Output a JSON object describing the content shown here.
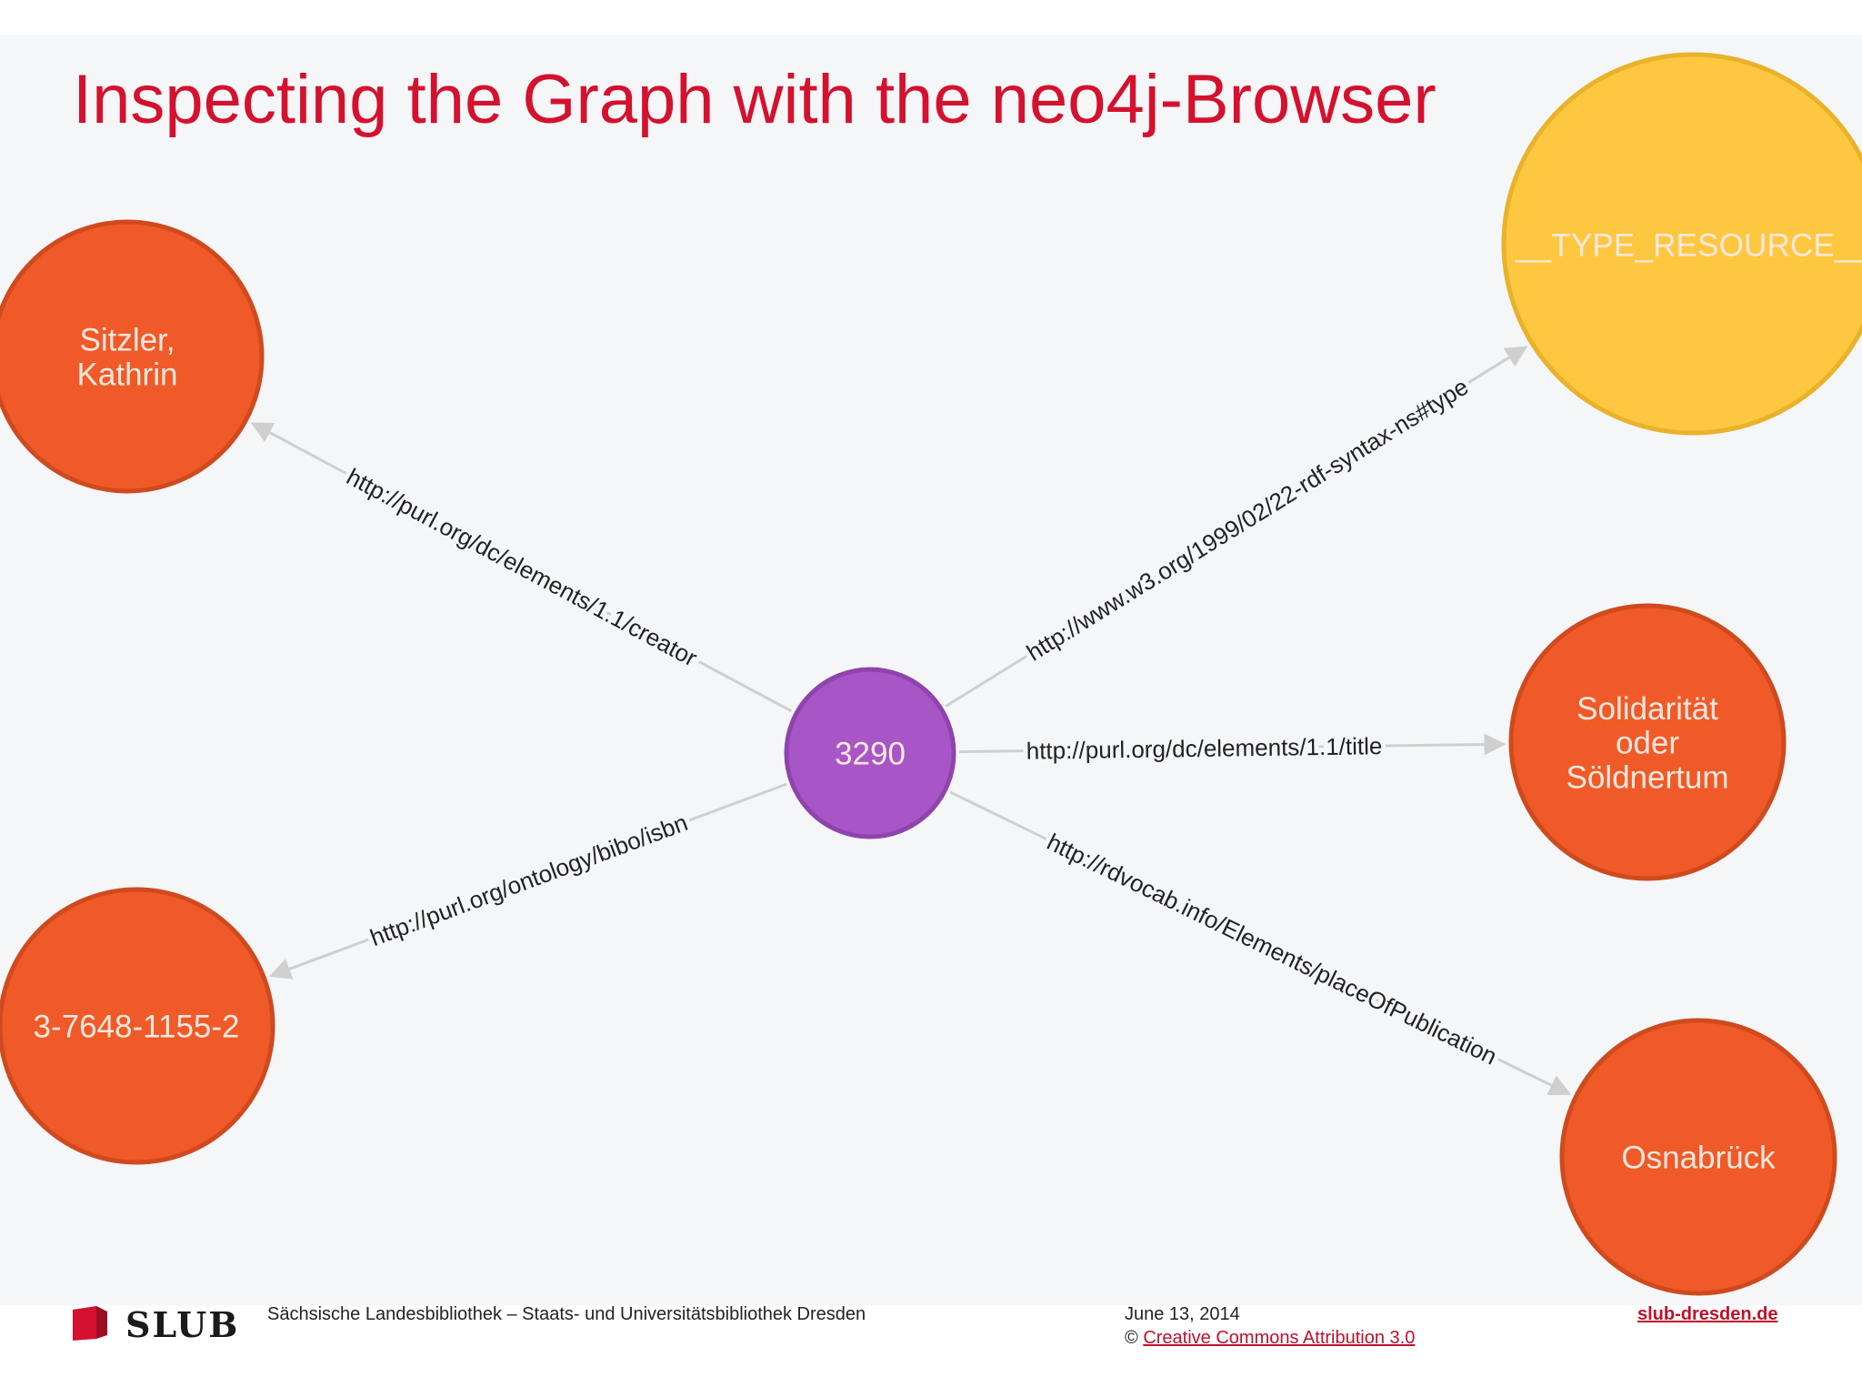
{
  "slide": {
    "title": "Inspecting the Graph with the neo4j-Browser"
  },
  "colors": {
    "title": "#d4112e",
    "node_orange": "#f05a28",
    "node_orange_stroke": "#cf4a1e",
    "node_yellow": "#fdc840",
    "node_yellow_stroke": "#eab12a",
    "node_purple": "#a855c7",
    "node_purple_stroke": "#8e44ad",
    "edge": "#cfcfcf",
    "link": "#c0102a"
  },
  "graph": {
    "nodes": [
      {
        "id": "center",
        "label_lines": [
          "3290"
        ]
      },
      {
        "id": "creator",
        "label_lines": [
          "Sitzler,",
          "Kathrin"
        ]
      },
      {
        "id": "type",
        "label_lines": [
          "__TYPE_RESOURCE__"
        ]
      },
      {
        "id": "title",
        "label_lines": [
          "Solidarität",
          "oder",
          "Söldnertum"
        ]
      },
      {
        "id": "isbn",
        "label_lines": [
          "3-7648-1155-2"
        ]
      },
      {
        "id": "place",
        "label_lines": [
          "Osnabrück"
        ]
      }
    ],
    "edges": [
      {
        "to": "creator",
        "label": "http://purl.org/dc/elements/1.1/creator"
      },
      {
        "to": "type",
        "label": "http://www.w3.org/1999/02/22-rdf-syntax-ns#type"
      },
      {
        "to": "title",
        "label": "http://purl.org/dc/elements/1.1/title"
      },
      {
        "to": "isbn",
        "label": "http://purl.org/ontology/bibo/isbn"
      },
      {
        "to": "place",
        "label": "http://rdvocab.info/Elements/placeOfPublication"
      }
    ]
  },
  "footer": {
    "logo_text": "SLUB",
    "institution": "Sächsische Landesbibliothek – Staats- und Universitätsbibliothek Dresden",
    "date": "June 13, 2014",
    "copyright_symbol": "©",
    "license": "Creative Commons Attribution 3.0",
    "website": "slub-dresden.de"
  }
}
